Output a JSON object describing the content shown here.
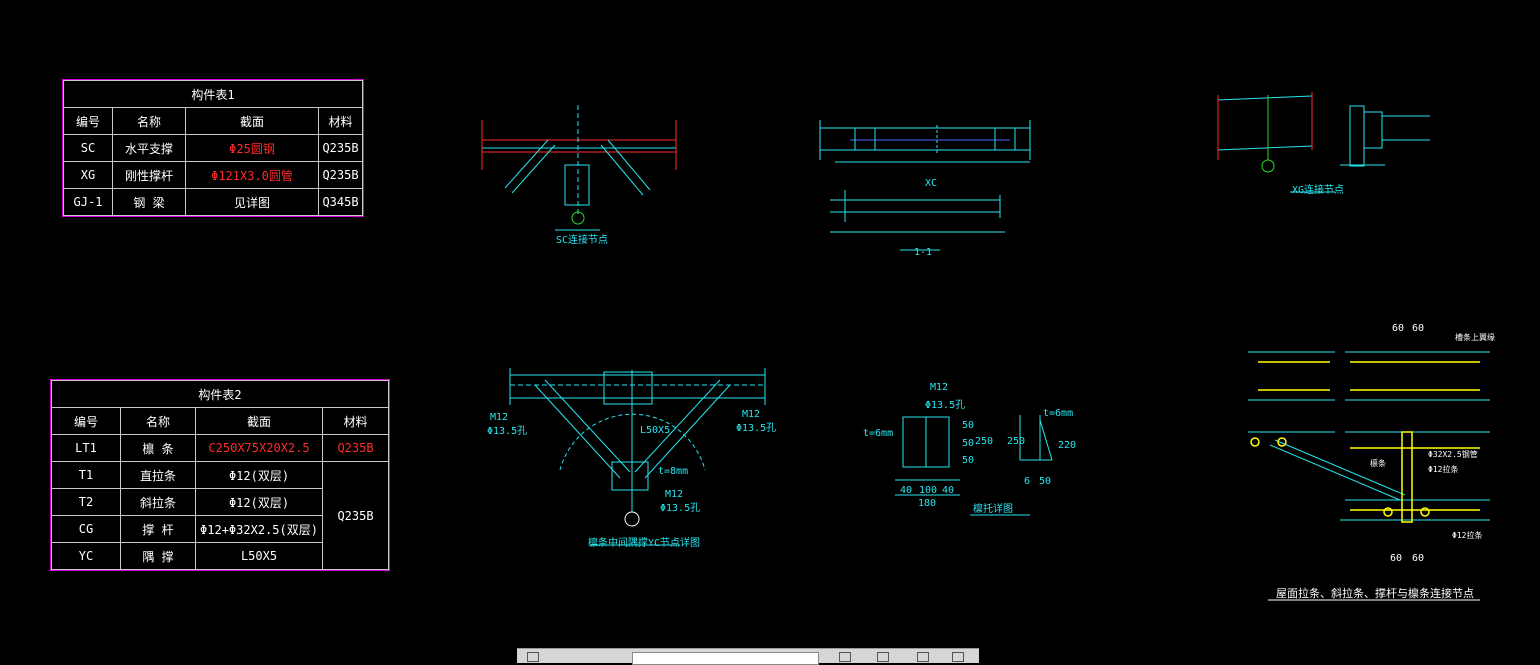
{
  "table1": {
    "title": "构件表1",
    "headers": [
      "编号",
      "名称",
      "截面",
      "材料"
    ],
    "rows": [
      {
        "id": "SC",
        "name": "水平支撑",
        "section": "Φ25圆钢",
        "material": "Q235B"
      },
      {
        "id": "XG",
        "name": "刚性撑杆",
        "section": "Φ121X3.0圆管",
        "material": "Q235B"
      },
      {
        "id": "GJ-1",
        "name": "钢 梁",
        "section": "见详图",
        "material": "Q345B"
      }
    ]
  },
  "table2": {
    "title": "构件表2",
    "headers": [
      "编号",
      "名称",
      "截面",
      "材料"
    ],
    "rows": [
      {
        "id": "LT1",
        "name": "檩 条",
        "section": "C250X75X20X2.5",
        "material": "Q235B"
      },
      {
        "id": "T1",
        "name": "直拉条",
        "section": "Φ12(双层)"
      },
      {
        "id": "T2",
        "name": "斜拉条",
        "section": "Φ12(双层)"
      },
      {
        "id": "CG",
        "name": "撑 杆",
        "section": "Φ12+Φ32X2.5(双层)"
      },
      {
        "id": "YC",
        "name": "隅 撑",
        "section": "L50X5"
      }
    ],
    "shared_material": "Q235B"
  },
  "drawings": {
    "sc_caption": "SC连接节点",
    "xc_label": "XC",
    "section_label": "1-1",
    "xg_caption": "XG连接节点",
    "yc_caption": "檩条中间隅撑YC节点详图",
    "yc_l50": "L50X5",
    "yc_t": "t=8mm",
    "yc_m12a": "M12",
    "yc_hole_a": "Φ13.5孔",
    "yc_m12b": "M12",
    "yc_hole_b": "Φ13.5孔",
    "yc_m12c": "M12",
    "yc_hole_c": "Φ13.5孔",
    "tuo_m12": "M12",
    "tuo_hole": "Φ13.5孔",
    "tuo_t1": "t=6mm",
    "tuo_t2": "t=6mm",
    "tuo_caption": "檩托详图",
    "tuo_dims": [
      "40",
      "100",
      "40",
      "180",
      "50",
      "50",
      "50",
      "250",
      "250",
      "220",
      "6",
      "50"
    ],
    "right_caption": "屋面拉条、斜拉条、撑杆与檩条连接节点",
    "right_dims_top": [
      "60",
      "60"
    ],
    "right_dims_bottom": [
      "60",
      "60"
    ],
    "right_label_1": "Φ32X2.5钢管",
    "right_label_2": "Φ12拉条",
    "right_label_3": "Φ12拉条",
    "right_label_4": "檩条",
    "right_label_5": "槽条上翼缘"
  },
  "colors": {
    "background": "#000000",
    "cyan": "#27e6f0",
    "magenta": "#d000d0",
    "red": "#ff2a2a",
    "yellow": "#ffff00",
    "green": "#22dd22"
  }
}
